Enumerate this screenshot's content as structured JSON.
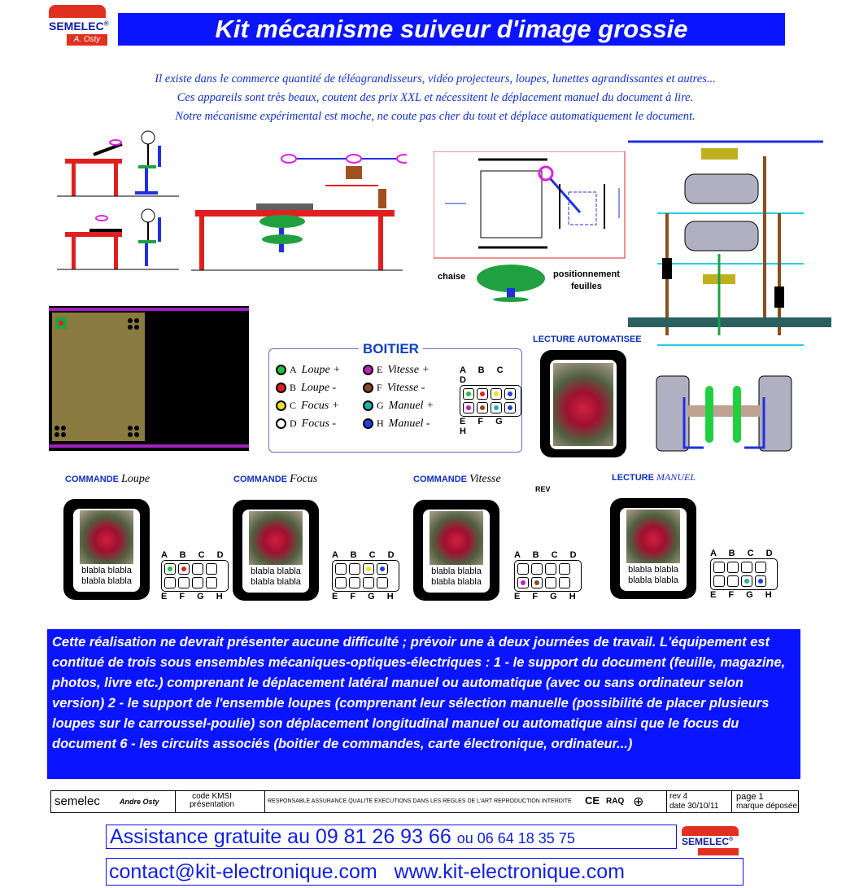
{
  "header": {
    "logo_text": "SEMELEC",
    "logo_reg": "®",
    "logo_sub": "A. Osty",
    "title": "Kit mécanisme suiveur d'image grossie"
  },
  "intro": [
    "Il existe dans le commerce quantité de téléagrandisseurs, vidéo projecteurs, loupes, lunettes agrandissantes et autres...",
    "Ces appareils sont très beaux, coutent des prix XXL et nécessitent le déplacement manuel du document à lire.",
    "Notre  mécanisme expérimental est moche, ne coute pas cher du tout et déplace automatiquement le document."
  ],
  "diagram_labels": {
    "chaise": "chaise",
    "positionnement": "positionnement",
    "feuilles": "feuilles"
  },
  "boitier": {
    "title": "BOITIER",
    "rows": [
      {
        "k": "A",
        "label": "Loupe +",
        "color": "#20c040"
      },
      {
        "k": "B",
        "label": "Loupe -",
        "color": "#e02020"
      },
      {
        "k": "C",
        "label": "Focus +",
        "color": "#f0e020"
      },
      {
        "k": "D",
        "label": "Focus -",
        "color": "#ffffff"
      },
      {
        "k": "E",
        "label": "Vitesse +",
        "color": "#c020c0"
      },
      {
        "k": "F",
        "label": "Vitesse -",
        "color": "#8a4a20"
      },
      {
        "k": "G",
        "label": "Manuel +",
        "color": "#20b0b0"
      },
      {
        "k": "H",
        "label": "Manuel -",
        "color": "#2040e0"
      }
    ]
  },
  "connector_top": "A B C D",
  "connector_bottom": "E F G H",
  "lecture_auto": "LECTURE AUTOMATISEE",
  "commands": [
    {
      "prefix": "COMMANDE",
      "name": "Loupe"
    },
    {
      "prefix": "COMMANDE",
      "name": "Focus"
    },
    {
      "prefix": "COMMANDE",
      "name": "Vitesse"
    },
    {
      "prefix": "LECTURE",
      "name": "MANUEL"
    }
  ],
  "rev_label": "REV",
  "phone_text": "blabla blabla blabla blabla",
  "description": "Cette réalisation ne devrait présenter aucune difficulté ; prévoir une à deux journées de travail. L'équipement est contitué de trois sous ensembles mécaniques-optiques-électriques : 1 - le support du document (feuille, magazine, photos, livre etc.) comprenant le déplacement latéral manuel ou automatique (avec ou sans ordinateur selon version)  2 - le support de l'ensemble loupes (comprenant leur sélection manuelle (possibilité de placer plusieurs loupes sur le carroussel-poulie) son  déplacement longitudinal manuel ou automatique ainsi que le focus du document   6 - les circuits associés (boitier de commandes, carte électronique, ordinateur...)",
  "footer": {
    "brand": "semelec",
    "author": "Andre Osty",
    "code": "code KMSI",
    "presentation": "présentation",
    "quality": "RESPONSABLE ASSURANCE QUALITE   EXECUTIONS DANS LES REGLES DE L'ART   REPRODUCTION INTERDITE",
    "ce": "CE",
    "raq": "RAQ",
    "rev": "rev      4",
    "date": "date  30/10/11",
    "page": "page  1",
    "marque": "marque déposée"
  },
  "contact": {
    "assist": "Assistance gratuite  au 09 81 26 93 66",
    "ou": "ou 06 64 18 35 75",
    "email": "contact@kit-electronique.com",
    "web": "www.kit-electronique.com"
  }
}
